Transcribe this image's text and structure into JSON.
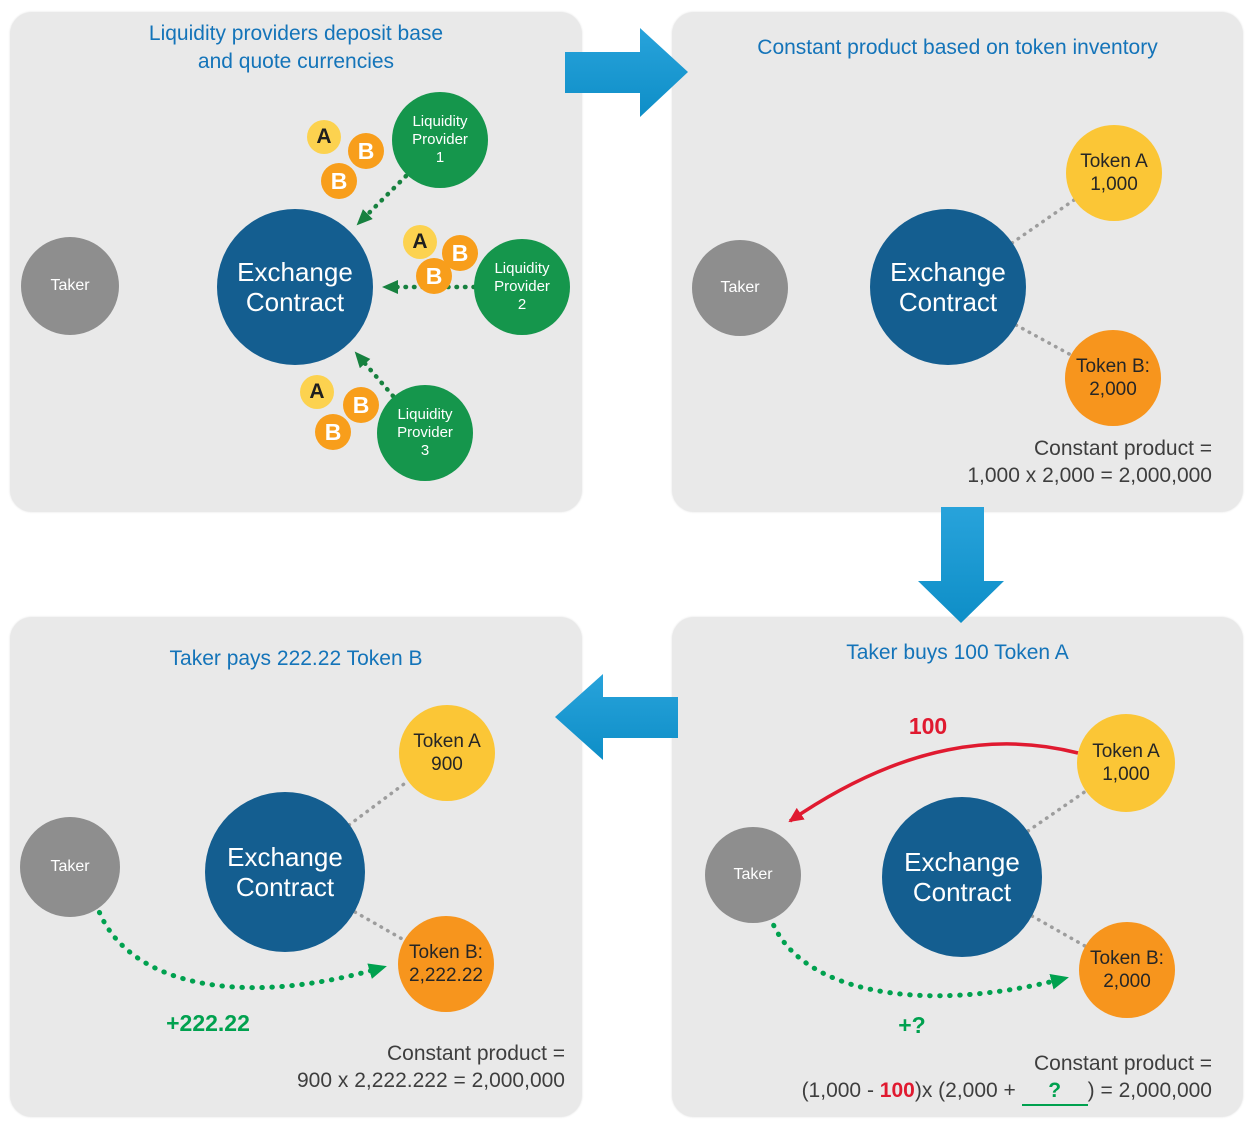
{
  "colors": {
    "panel_bg": "#E9E9E9",
    "title_blue": "#1474B9",
    "exchange_blue": "#145E90",
    "taker_gray": "#8E8E8E",
    "provider_green": "#15964C",
    "deposit_arrow_green": "#17813F",
    "bright_green": "#00A14F",
    "token_a_yellow": "#FBC636",
    "coin_a_yellow": "#FCD24F",
    "token_b_orange": "#F7951D",
    "red": "#E01A30",
    "flow_arrow_blue": "#1797D1",
    "dotted_gray": "#9D9D9D",
    "formula_text": "#3E3E3E"
  },
  "panel_deposit": {
    "title_line1": "Liquidity providers deposit base",
    "title_line2": "and quote currencies",
    "taker": "Taker",
    "exchange": {
      "line1": "Exchange",
      "line2": "Contract"
    },
    "providers": [
      {
        "line1": "Liquidity",
        "line2": "Provider",
        "line3": "1"
      },
      {
        "line1": "Liquidity",
        "line2": "Provider",
        "line3": "2"
      },
      {
        "line1": "Liquidity",
        "line2": "Provider",
        "line3": "3"
      }
    ],
    "coin_a": "A",
    "coin_b": "B"
  },
  "panel_inventory": {
    "title": "Constant product based on token inventory",
    "taker": "Taker",
    "exchange": {
      "line1": "Exchange",
      "line2": "Contract"
    },
    "token_a": {
      "line1": "Token A",
      "line2": "1,000"
    },
    "token_b": {
      "line1": "Token B:",
      "line2": "2,000"
    },
    "formula": {
      "line1": "Constant product =",
      "line2": "1,000 x 2,000 = 2,000,000"
    }
  },
  "panel_buy": {
    "title": "Taker buys 100 Token A",
    "taker": "Taker",
    "exchange": {
      "line1": "Exchange",
      "line2": "Contract"
    },
    "token_a": {
      "line1": "Token A",
      "line2": "1,000"
    },
    "token_b": {
      "line1": "Token B:",
      "line2": "2,000"
    },
    "amount": "100",
    "plus_unknown": "+?",
    "formula": {
      "line1": "Constant product =",
      "part1": "(1,000 - ",
      "subtracted": "100",
      "part2": ")x (2,000 + ",
      "unknown": "?",
      "part3": ") = 2,000,000"
    }
  },
  "panel_pay": {
    "title": "Taker pays 222.22 Token B",
    "taker": "Taker",
    "exchange": {
      "line1": "Exchange",
      "line2": "Contract"
    },
    "token_a": {
      "line1": "Token A",
      "line2": "900"
    },
    "token_b": {
      "line1": "Token B:",
      "line2": "2,222.22"
    },
    "plus_amount": "+222.22",
    "formula": {
      "line1": "Constant product =",
      "line2": "900 x 2,222.222 = 2,000,000"
    }
  }
}
